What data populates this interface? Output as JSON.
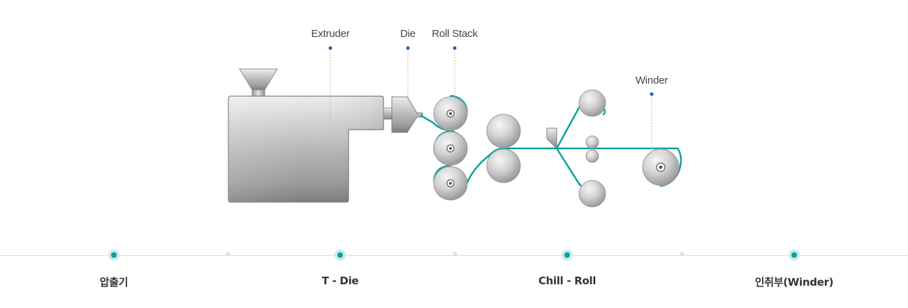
{
  "callouts": {
    "extruder": "Extruder",
    "die": "Die",
    "roll_stack": "Roll Stack",
    "winder": "Winder"
  },
  "steps": [
    "압출기",
    "T - Die",
    "Chill - Roll",
    "인취부(Winder)"
  ],
  "separator_glyph": "»",
  "colors": {
    "accent": "#0aa39c",
    "dot_halo": "#c7ecea",
    "callout_dot": "#1f5fa8",
    "timeline": "#dcdcdc"
  }
}
